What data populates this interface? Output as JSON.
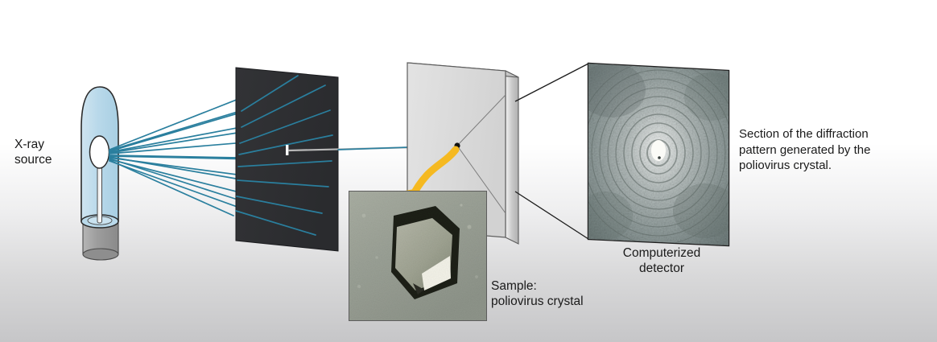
{
  "figure": {
    "title": "X-ray crystallography apparatus diagram",
    "background_top_color": "#ffffff",
    "background_bottom_color": "#c6c6c8"
  },
  "labels": {
    "xray_source": "X-ray\nsource",
    "sample": "Sample:\npoliovirus crystal",
    "detector": "Computerized\ndetector",
    "caption": "Section of the diffraction\npattern generated by the\npoliovirus crystal."
  },
  "colors": {
    "ray_teal": "#2a7f9e",
    "tube_glass": "#b9d9ea",
    "tube_outline": "#2b2b2b",
    "base_gray": "#9d9d9d",
    "collimator_dark": "#2f3033",
    "plate_face": "#dcdcdc",
    "plate_edge": "#b6b6b6",
    "arrow_yellow": "#f5b921",
    "text": "#1a1a1a",
    "detector_border": "#2b2b2b"
  },
  "components": {
    "xray_tube": {
      "name": "X-ray tube",
      "filament_shape": "oval",
      "base_shape": "cylinder"
    },
    "collimator": {
      "name": "collimator panel",
      "fill": "#2f3033",
      "slit_color": "#ffffff"
    },
    "sample_plate": {
      "name": "sample holder plate",
      "beam_spot_color": "#111111"
    },
    "crystal_photo": {
      "name": "poliovirus crystal photograph",
      "crystal_shape": "hexagonal"
    },
    "detector_panel": {
      "name": "computerized detector",
      "pattern": "concentric diffraction rings"
    }
  },
  "ray_count": 11
}
